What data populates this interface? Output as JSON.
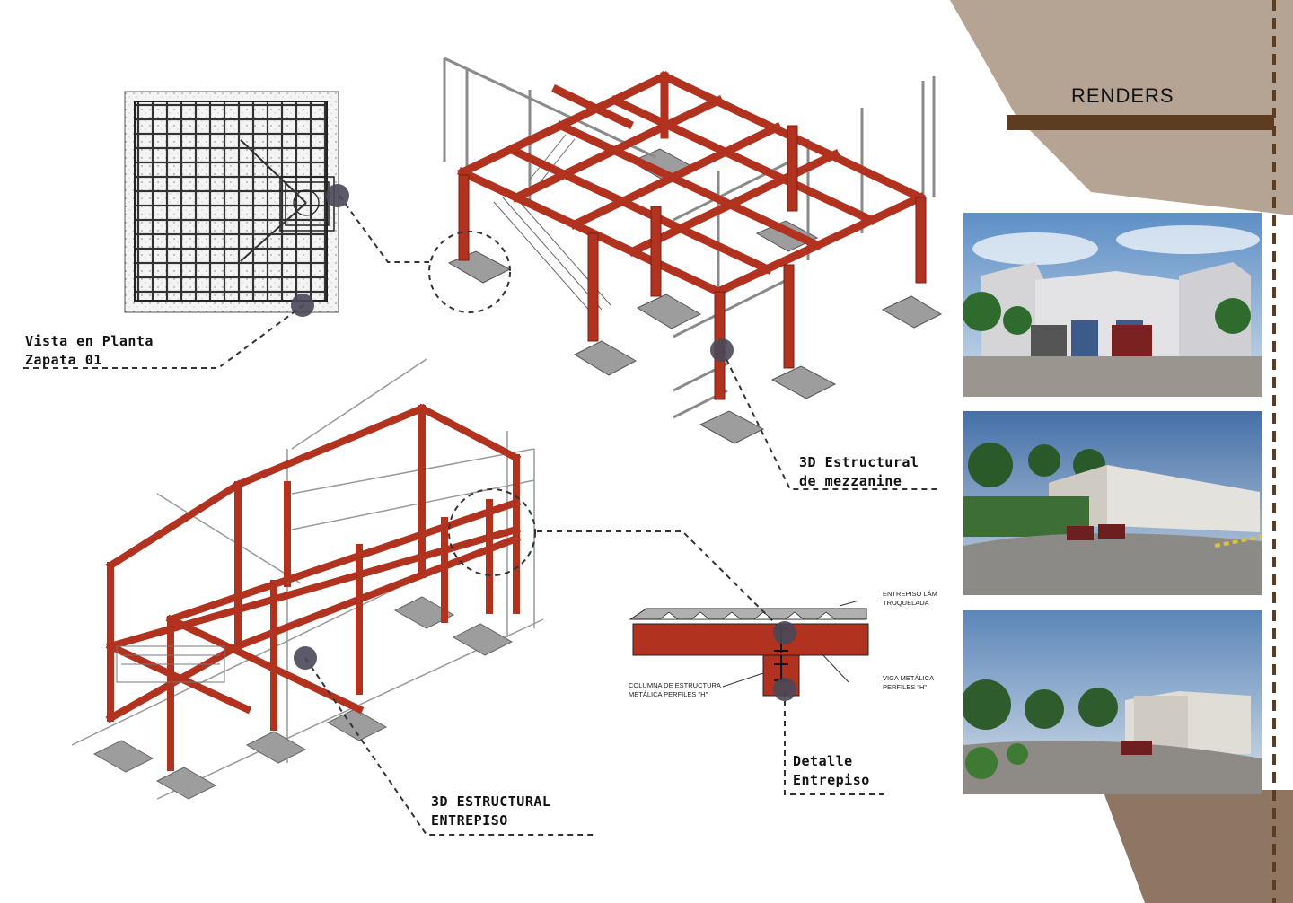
{
  "header": {
    "title": "RENDERS"
  },
  "labels": {
    "zapata_line1": "Vista en Planta",
    "zapata_line2": "Zapata 01",
    "mezz_line1": "3D Estructural",
    "mezz_line2": "de mezzanine",
    "entrepiso_line1": "3D ESTRUCTURAL",
    "entrepiso_line2": "ENTREPISO",
    "detalle_line1": "Detalle",
    "detalle_line2": "Entrepiso"
  },
  "detail_notes": {
    "slab_line1": "ENTREPISO LÁM",
    "slab_line2": "TROQUELADA",
    "beam_line1": "VIGA METÁLICA",
    "beam_line2": "PERFILES \"H\"",
    "column_line1": "COLUMNA DE ESTRUCTURA",
    "column_line2": "METÁLICA PERFILES \"H\""
  },
  "colors": {
    "steel_red": "#b0321f",
    "tan": "#b5a393",
    "dark_brown": "#5c3d22",
    "marker": "#4a4858"
  }
}
